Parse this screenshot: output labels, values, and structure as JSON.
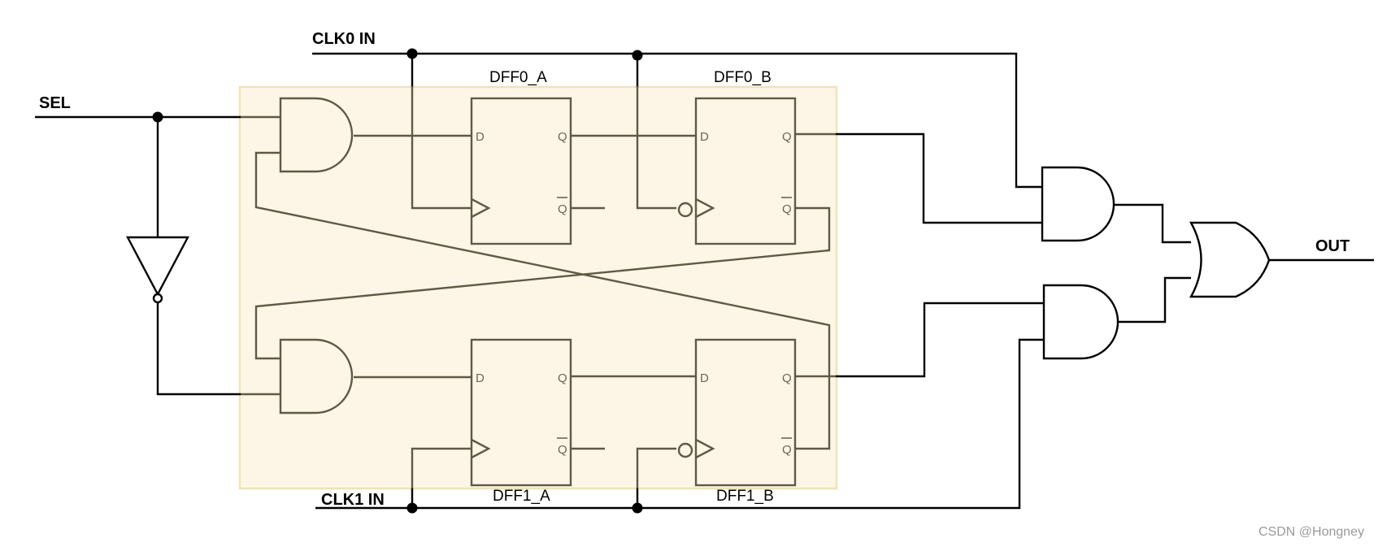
{
  "signals": {
    "clk0": "CLK0 IN",
    "clk1": "CLK1 IN",
    "sel": "SEL",
    "out": "OUT"
  },
  "flipflops": {
    "dff0_a": "DFF0_A",
    "dff0_b": "DFF0_B",
    "dff1_a": "DFF1_A",
    "dff1_b": "DFF1_B"
  },
  "pins": {
    "d": "D",
    "q": "Q",
    "qbar": "Q"
  },
  "watermark": "CSDN @Hongney",
  "colors": {
    "panel_fill": "#fdf6e6",
    "panel_border": "#efe3b8",
    "inner_stroke": "#5f5a46",
    "outer_stroke": "#000000"
  }
}
